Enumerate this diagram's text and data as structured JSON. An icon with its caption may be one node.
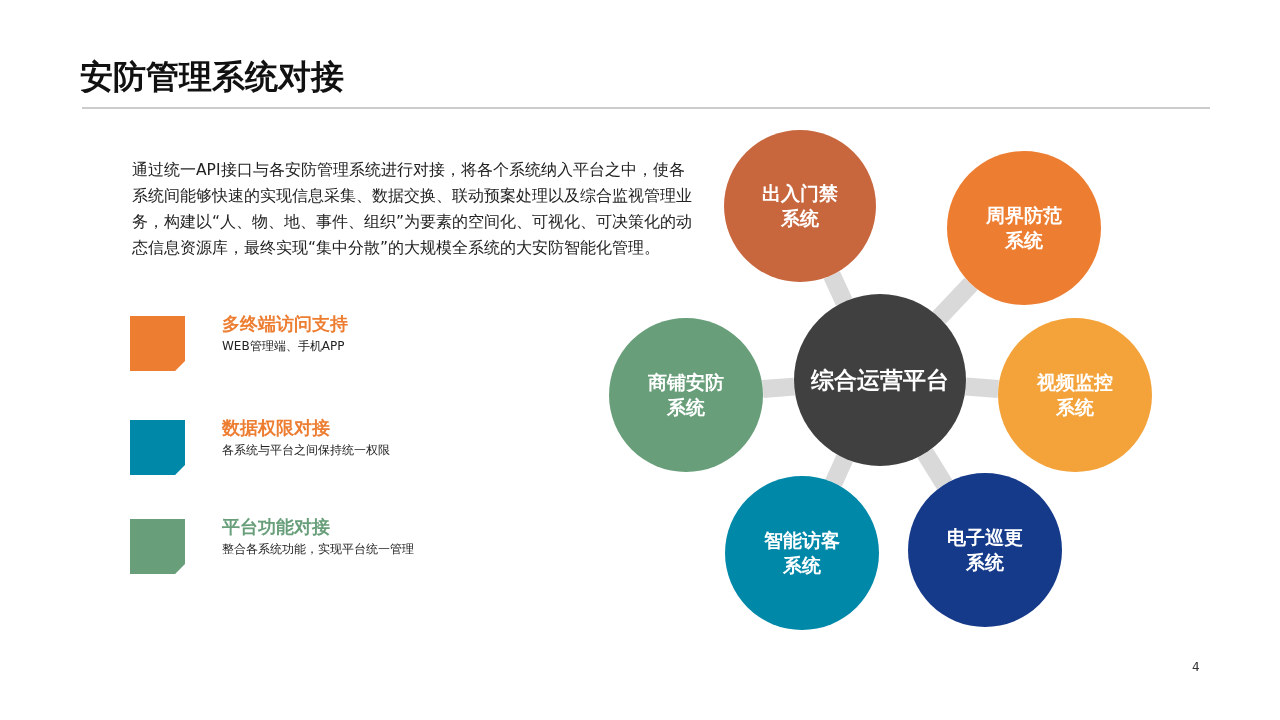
{
  "diagram": {
    "title": "安防管理系统对接",
    "nodes": [
      {
        "text": [
          "综合运营平台"
        ]
      },
      {
        "text": [
          "出入门禁系统"
        ]
      },
      {
        "text": [
          "周界防范系统"
        ]
      },
      {
        "text": [
          "视频监控系统"
        ]
      },
      {
        "text": [
          "电子巡更系统"
        ]
      },
      {
        "text": [
          "智能访客系统"
        ]
      },
      {
        "text": [
          "商铺安防系统"
        ]
      }
    ],
    "edges": [
      {
        "from": 0,
        "to": 1,
        "arrow": "none"
      },
      {
        "from": 0,
        "to": 2,
        "arrow": "none"
      },
      {
        "from": 0,
        "to": 3,
        "arrow": "none"
      },
      {
        "from": 0,
        "to": 4,
        "arrow": "none"
      },
      {
        "from": 0,
        "to": 5,
        "arrow": "none"
      },
      {
        "from": 0,
        "to": 6,
        "arrow": "none"
      }
    ],
    "labels": [
      "通过统一API接口与各安防管理系统进行对接，将各个系统纳入平台之中，使各系统间能够快速的实现信息采集、数据交换、联动预案处理以及综合监视管理业务，构建以“人、物、地、事件、组织”为要素的空间化、可视化、可决策化的动态信息资源库，最终实现“集中分散”的大规模全系统的大安防智能化管理。",
      "WEB管理端、手机APP",
      "各系统与平台之间保持统一权限",
      "整合各系统功能，实现平台统一管理",
      "4"
    ],
    "legend": [
      {
        "text": "多终端访问支持",
        "color": "#ed7d31"
      },
      {
        "text": "数据权限对接",
        "color": "#0088a8"
      },
      {
        "text": "平台功能对接",
        "color": "#689f7a"
      }
    ]
  }
}
